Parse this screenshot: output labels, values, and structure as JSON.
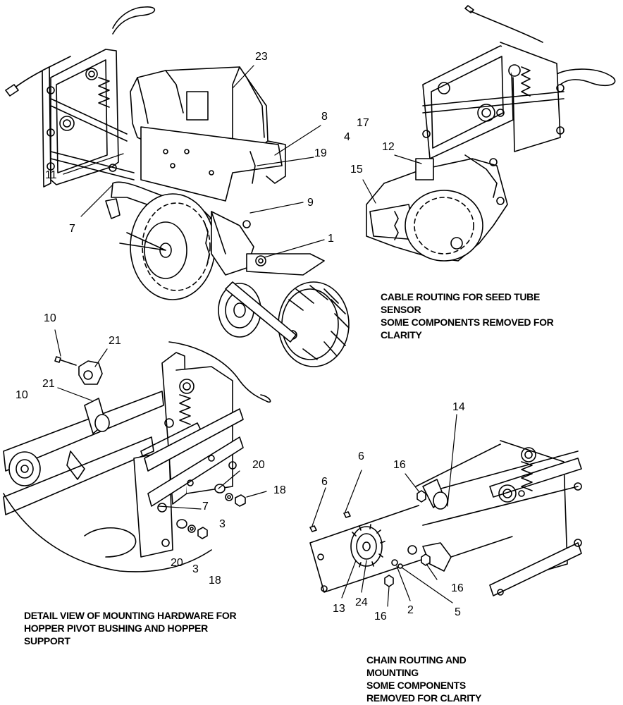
{
  "callouts": {
    "c23": "23",
    "c8": "8",
    "c17": "17",
    "c4": "4",
    "c19": "19",
    "c12": "12",
    "c15": "15",
    "c11": "11",
    "c9": "9",
    "c7a": "7",
    "c1": "1",
    "c10a": "10",
    "c21a": "21",
    "c10b": "10",
    "c21b": "21",
    "c14": "14",
    "c6a": "6",
    "c16a": "16",
    "c6b": "6",
    "c20a": "20",
    "c18a": "18",
    "c7b": "7",
    "c3a": "3",
    "c20b": "20",
    "c3b": "3",
    "c18b": "18",
    "c16b": "16",
    "c13": "13",
    "c24": "24",
    "c2": "2",
    "c5": "5",
    "c16c": "16"
  },
  "captions": {
    "cable": [
      "CABLE ROUTING FOR SEED TUBE",
      "SENSOR",
      "SOME COMPONENTS REMOVED FOR",
      "CLARITY"
    ],
    "detail": [
      "DETAIL VIEW OF MOUNTING HARDWARE FOR",
      "HOPPER PIVOT BUSHING AND HOPPER",
      "SUPPORT"
    ],
    "chain": [
      "CHAIN ROUTING AND",
      "MOUNTING",
      "SOME COMPONENTS",
      "REMOVED FOR CLARITY"
    ]
  },
  "colors": {
    "line": "#000000",
    "paper": "#ffffff",
    "shade": "#e6e6e6"
  }
}
